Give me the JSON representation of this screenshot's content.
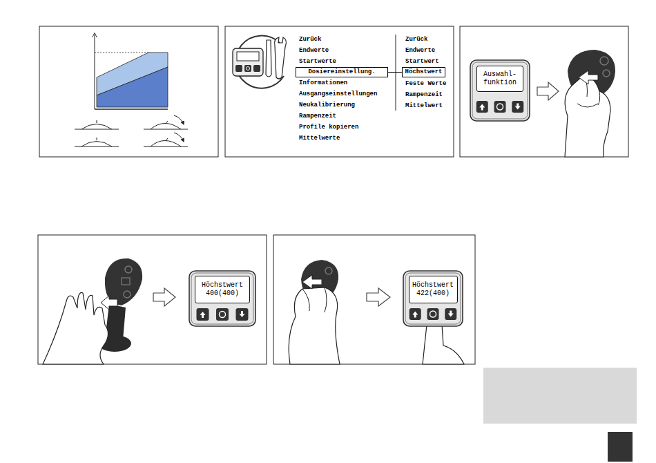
{
  "diagram": {
    "nodes": [
      {
        "text": [
          "Dosiereinstellung."
        ]
      },
      {
        "text": [
          "Höchstwert"
        ]
      },
      {
        "text": [
          "Auswahl- funktion"
        ]
      },
      {
        "text": [
          "Höchstwert",
          "400(400)"
        ]
      },
      {
        "text": [
          "Höchstwert",
          "422(400)"
        ]
      }
    ],
    "edges": [
      {
        "from": 0,
        "to": 1,
        "arrow": "none"
      }
    ],
    "labels": [
      "Zurück",
      "Endwerte",
      "Startwerte",
      "Informationen",
      "Ausgangseinstellungen",
      "Neukalibrierung",
      "Rampenzeit",
      "Profile kopieren",
      "Mittelwerte",
      "Zurück",
      "Endwerte",
      "Startwert",
      "Feste Werte",
      "Rampenzeit",
      "Mittelwert"
    ]
  }
}
